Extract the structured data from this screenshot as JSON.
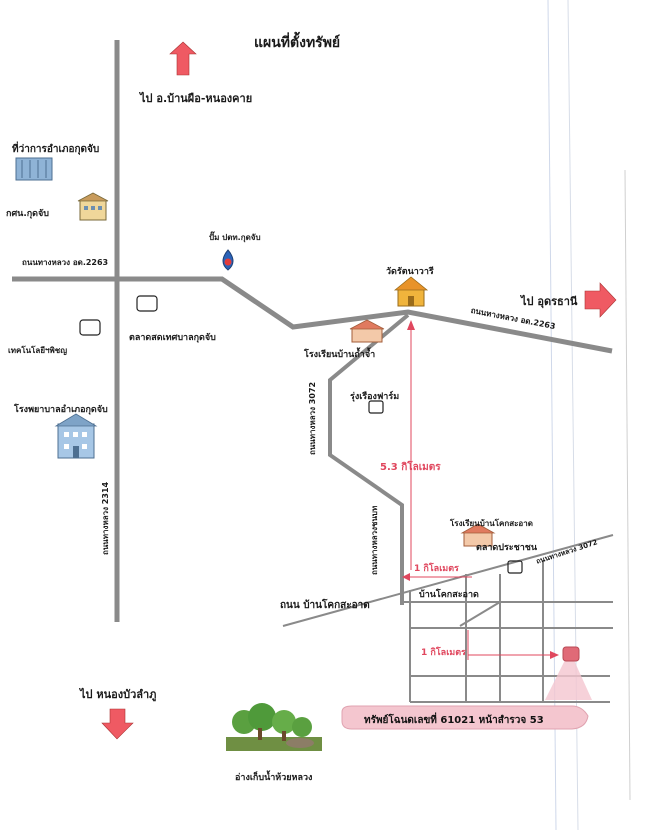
{
  "title": "แผนที่ตั้งทรัพย์",
  "directions": {
    "north": "ไป อ.บ้านผือ-หนองคาย",
    "east": "ไป อุดรธานี",
    "south": "ไป หนองบัวลำภู"
  },
  "roads": {
    "highway_2263_west": "ถนนทางหลวง อด.2263",
    "highway_2263_east": "ถนนทางหลวง อด.2263",
    "highway_3072": "ถนนทางหลวง 3072",
    "highway_2314": "ถนนทางหลวง 2314",
    "local_road": "ถนนทางหลวงชนบท",
    "ban_khok_sa_at_road": "ถนน บ้านโคกสะอาด",
    "sub_3072": "ถนนทางหลวง 3072"
  },
  "landmarks": {
    "district_office": "ที่ว่าการอำเภอกุดจับ",
    "school_kudjap": "กศน.กุดจับ",
    "ptt_station": "ปั๊ม ปตท.กุดจับ",
    "temple": "วัดรัตนาวารี",
    "school_baan_kaew": "โรงเรียนบ้านถ้ำจ้ำ",
    "market": "ตลาดสดเทศบาลกุดจับ",
    "technical_college": "เทคโนโลยีฯพิชญ",
    "hospital": "โรงพยาบาลอำเภอกุดจับ",
    "resort": "รุ่งเรืองฟาร์ม",
    "school_right": "โรงเรียนบ้านโคกสะอาด",
    "village_office": "ตลาดประชาชน",
    "village_sa_at": "บ้านโคกสะอาด",
    "reservoir": "อ่างเก็บน้ำห้วยหลวง"
  },
  "distances": {
    "d1": "5.3 กิโลเมตร",
    "d2": "1 กิโลเมตร",
    "d3": "1 กิโลเมตร"
  },
  "deed": "ทรัพย์โฉนดเลขที่ 61021  หน้าสำรวจ 53",
  "colors": {
    "road": "#8a8a8a",
    "arrow_red": "#ef5a63",
    "pink": "#f4c6cf",
    "measure": "#e0475e"
  }
}
